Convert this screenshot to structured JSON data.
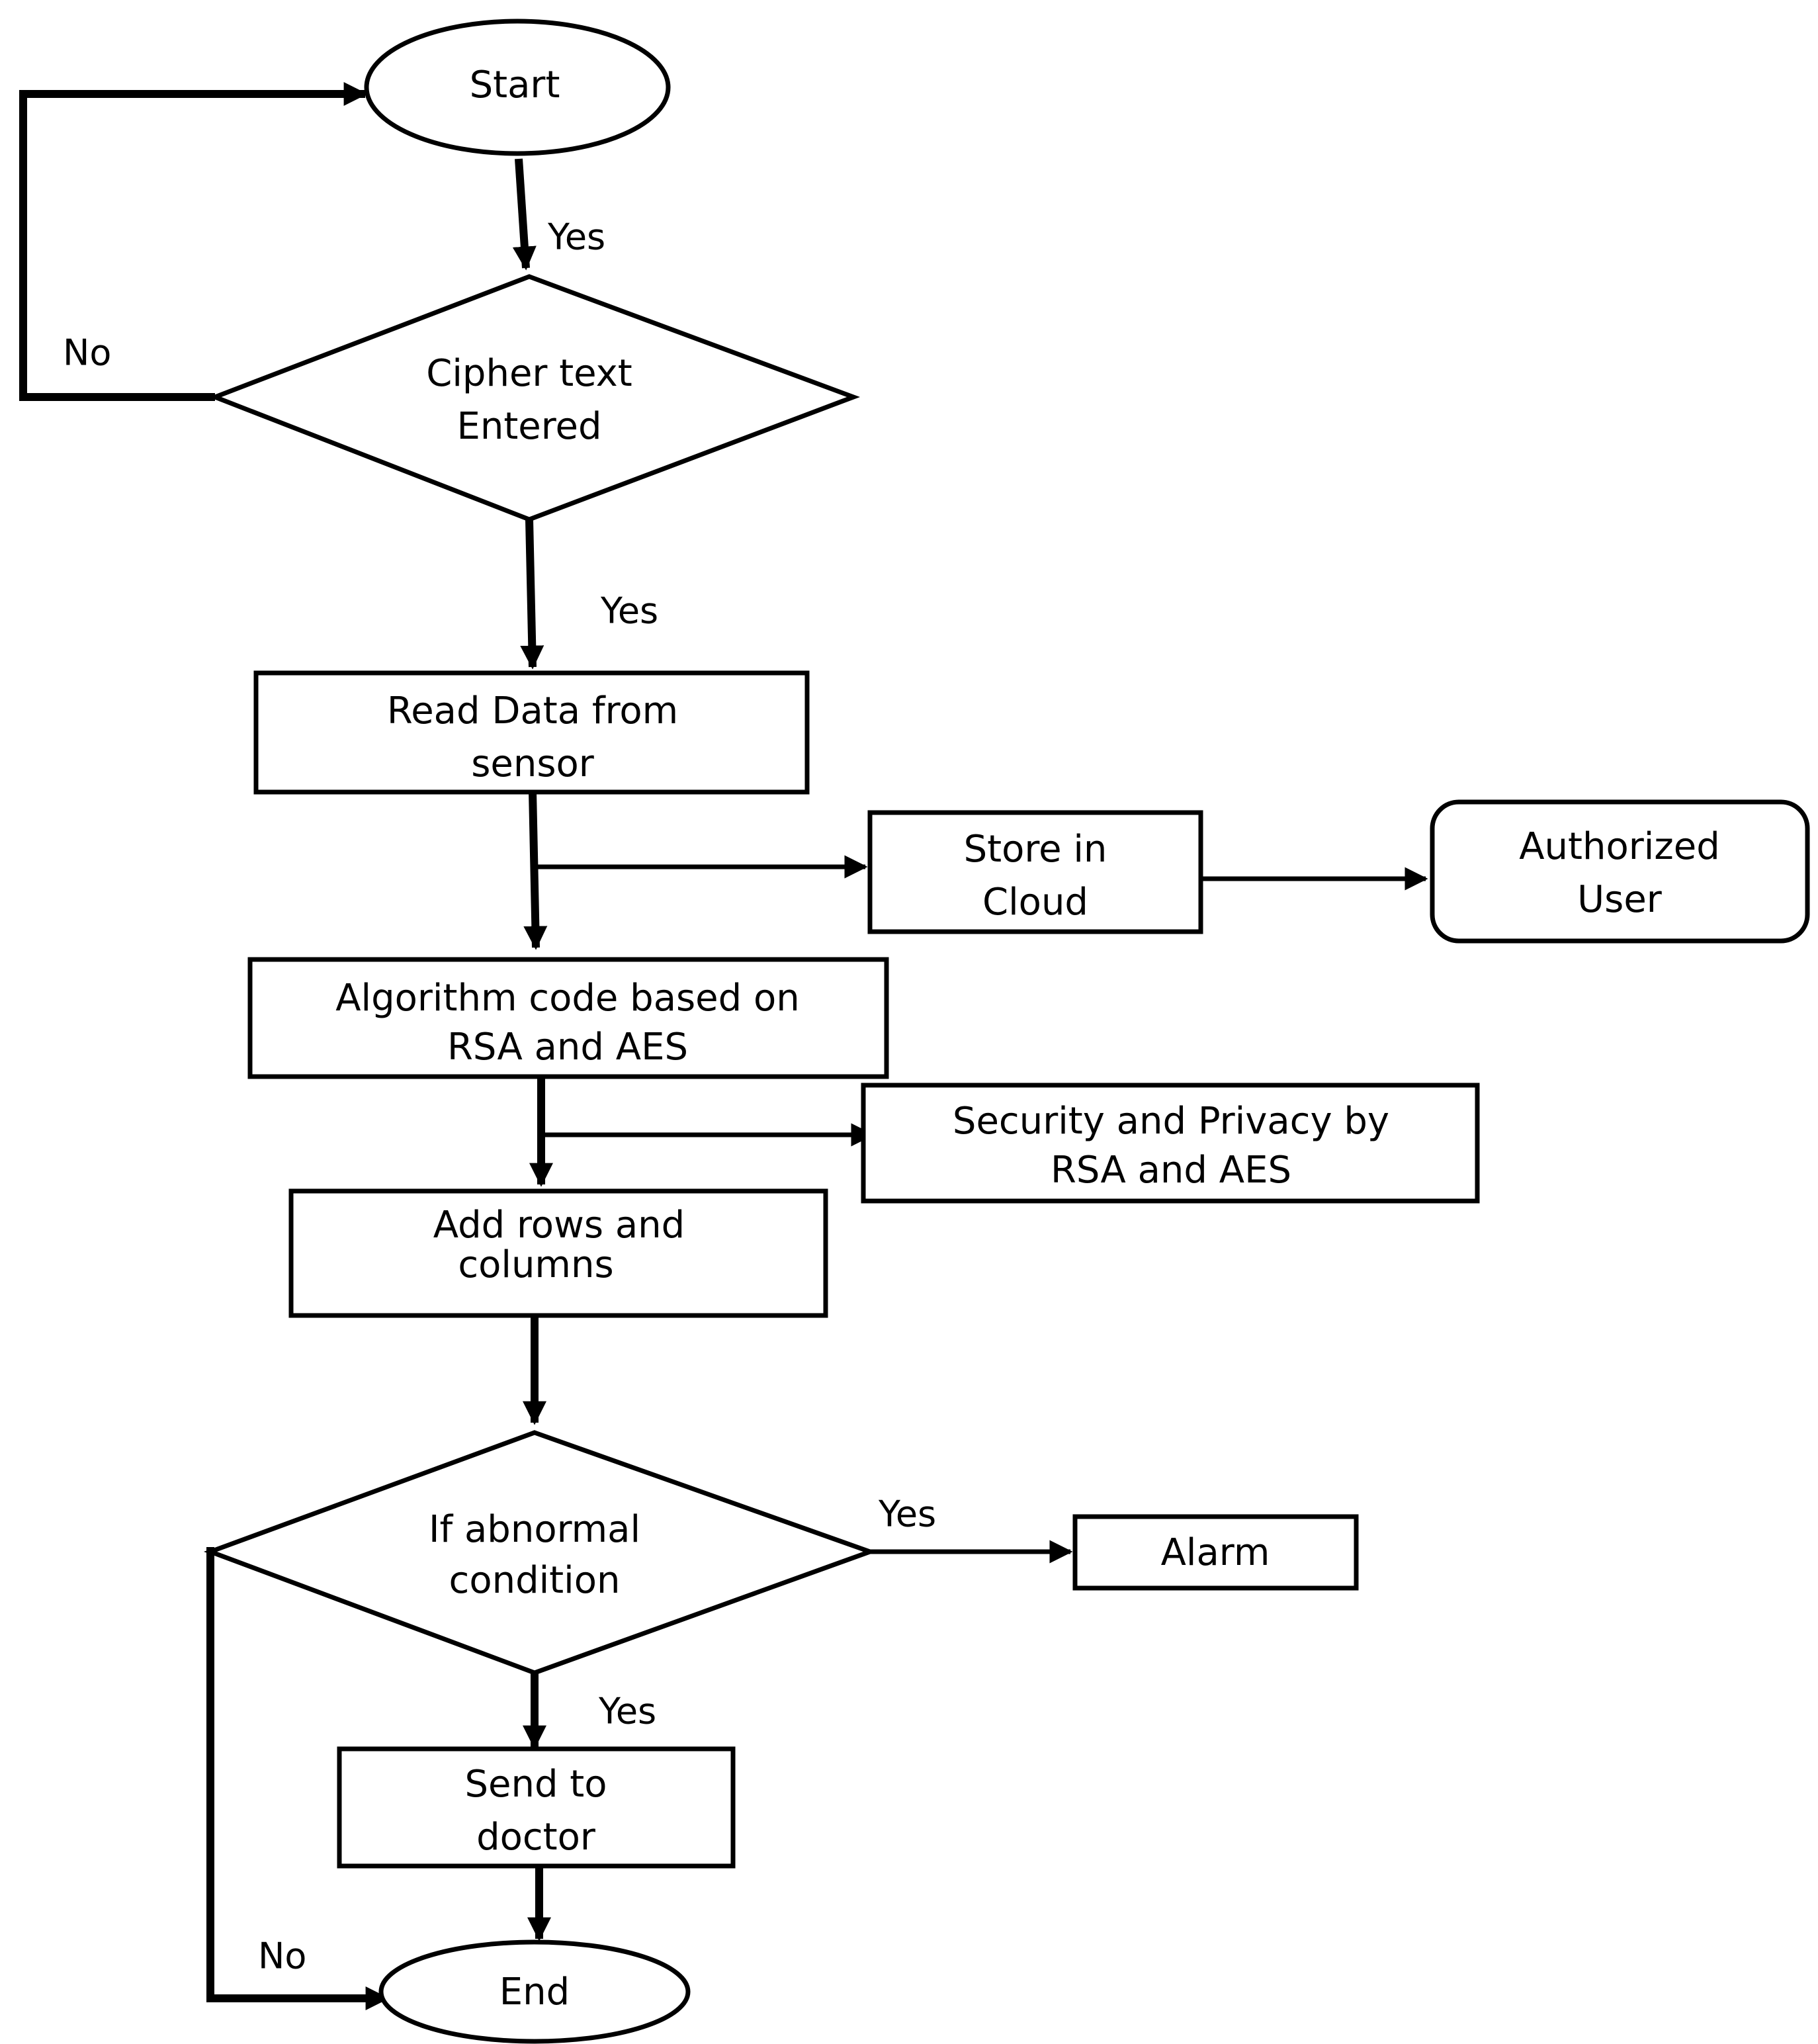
{
  "nodes": {
    "start": "Start",
    "cipher_line1": "Cipher text",
    "cipher_line2": "Entered",
    "read_line1": "Read Data from",
    "read_line2": "sensor",
    "store_line1": "Store in",
    "store_line2": "Cloud",
    "auth_line1": "Authorized",
    "auth_line2": "User",
    "algo_line1": "Algorithm code based on",
    "algo_line2": "RSA and AES",
    "security_line1": "Security and Privacy by",
    "security_line2": "RSA and AES",
    "rows_line1": "Add rows and",
    "rows_line2": "columns",
    "abnormal_line1": "If abnormal",
    "abnormal_line2": "condition",
    "alarm": "Alarm",
    "send_line1": "Send to",
    "send_line2": "doctor",
    "end": "End"
  },
  "edges": {
    "start_to_cipher": "Yes",
    "cipher_no": "No",
    "cipher_to_read": "Yes",
    "abnormal_to_alarm": "Yes",
    "abnormal_to_send": "Yes",
    "abnormal_no": "No"
  }
}
